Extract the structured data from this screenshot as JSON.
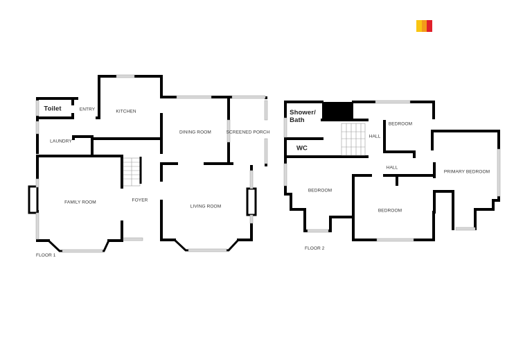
{
  "logo": {
    "name": "brand-logo",
    "colors": [
      "#f9c512",
      "#f39a1b",
      "#e0202a"
    ]
  },
  "floors": [
    {
      "label": "FLOOR 1",
      "rooms": [
        {
          "id": "toilet",
          "label": "Toilet"
        },
        {
          "id": "entry",
          "label": "ENTRY"
        },
        {
          "id": "kitchen",
          "label": "KITCHEN"
        },
        {
          "id": "laundry",
          "label": "LAUNDRY"
        },
        {
          "id": "dining",
          "label": "DINING ROOM"
        },
        {
          "id": "porch",
          "label": "SCREENED PORCH"
        },
        {
          "id": "family",
          "label": "FAMILY ROOM"
        },
        {
          "id": "foyer",
          "label": "FOYER"
        },
        {
          "id": "living",
          "label": "LIVING ROOM"
        }
      ]
    },
    {
      "label": "FLOOR 2",
      "rooms": [
        {
          "id": "shower",
          "label": "Shower/\nBath",
          "line1": "Shower/",
          "line2": "Bath"
        },
        {
          "id": "wc",
          "label": "WC"
        },
        {
          "id": "hall_upper",
          "label": "HALL"
        },
        {
          "id": "bedroom_ne",
          "label": "BEDROOM"
        },
        {
          "id": "hall_lower",
          "label": "HALL"
        },
        {
          "id": "primary",
          "label": "PRIMARY BEDROOM"
        },
        {
          "id": "bedroom_w",
          "label": "BEDROOM"
        },
        {
          "id": "bedroom_s",
          "label": "BEDROOM"
        }
      ]
    }
  ],
  "colors": {
    "wall": "#000000",
    "window": "#d9d9d9",
    "background": "#ffffff"
  }
}
